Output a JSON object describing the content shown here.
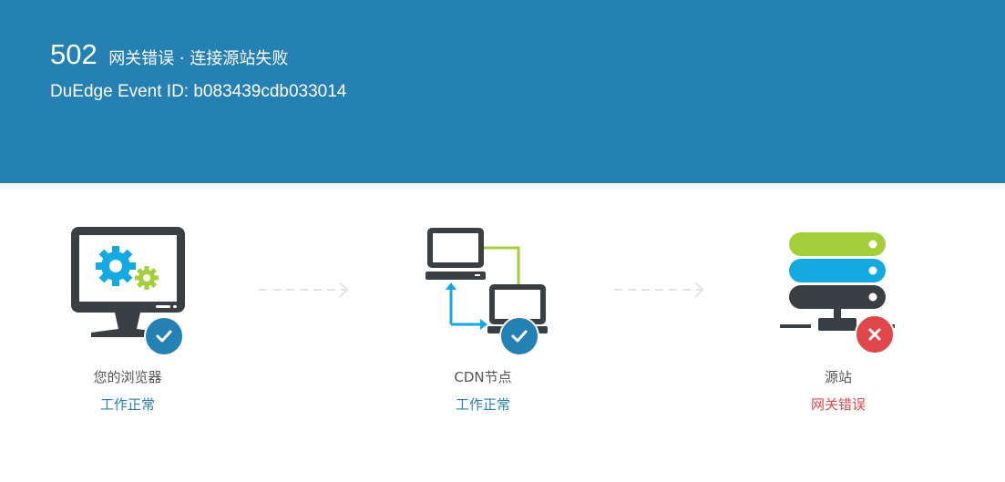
{
  "header": {
    "code": "502",
    "message": "网关错误 · 连接源站失败",
    "event_id": "DuEdge Event ID: b083439cdb033014"
  },
  "nodes": [
    {
      "label": "您的浏览器",
      "status": "工作正常",
      "state": "ok"
    },
    {
      "label": "CDN节点",
      "status": "工作正常",
      "state": "ok"
    },
    {
      "label": "源站",
      "status": "网关错误",
      "state": "error"
    }
  ],
  "colors": {
    "header_bg": "#2580b3",
    "ok": "#2580b3",
    "error": "#e0474c",
    "dark": "#3a3f44",
    "cyan": "#15a9e1",
    "green": "#a5cf3a"
  },
  "icons": {
    "browser": "monitor-gears-icon",
    "cdn": "network-computers-icon",
    "origin": "server-stack-icon",
    "ok_badge": "check-icon",
    "error_badge": "close-icon"
  }
}
